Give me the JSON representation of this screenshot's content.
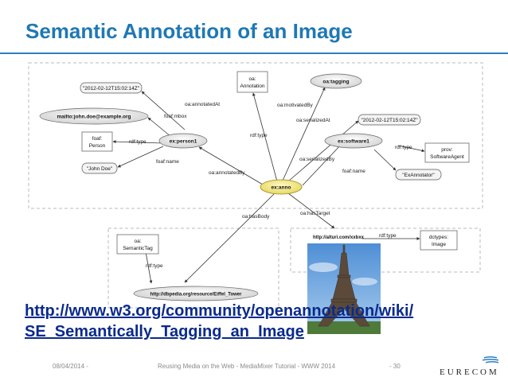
{
  "slide": {
    "title": "Semantic Annotation of an Image",
    "url_line1": "http://www.w3.org/community/openannotation/wiki/",
    "url_line2": "SE_Semantically_Tagging_an_Image"
  },
  "diagram": {
    "nodes": {
      "ts1": "\"2012-02-12T15:02:14Z\"",
      "oa_annotation_1": "oa:",
      "oa_annotation_2": "Annotation",
      "oa_tagging": "oa:tagging",
      "mailto": "mailto:john.doe@example.org",
      "ts2": "\"2012-02-12T15:02:14Z\"",
      "foaf_person_1": "foaf:",
      "foaf_person_2": "Person",
      "ex_person1": "ex:person1",
      "ex_software1": "ex:software1",
      "prov_1": "prov:",
      "prov_2": "SoftwareAgent",
      "john_doe": "\"John Doe\"",
      "ex_annotator": "\"ExAnnotator\"",
      "ex_anno": "ex:anno",
      "oa_semtag_1": "oa:",
      "oa_semtag_2": "SemanticTag",
      "target_url": "http://alturi.com/xxbxx",
      "dctypes_1": "dctypes:",
      "dctypes_2": "Image",
      "dbpedia": "http://dbpedia.org/resource/Eiffel_Tower"
    },
    "edges": {
      "annotated_at_1": "oa:annotatedAt",
      "foaf_mbox": "foaf:mbox",
      "rdf_type_person": "rdf:type",
      "foaf_name_person": "foaf:name",
      "rdf_type_anno": "rdf:type",
      "motivated_by": "oa:motivatedBy",
      "serialized_at": "oa:serializedAt",
      "rdf_type_software": "rdf:type",
      "foaf_name_software": "foaf:name",
      "annotated_by": "oa:annotatedBy",
      "serialized_by": "oa:serializedBy",
      "has_body": "oa:hasBody",
      "has_target": "oa:hasTarget",
      "rdf_type_target": "rdf:type",
      "rdf_type_tag": "rdf:type"
    }
  },
  "footer": {
    "date": "08/04/2014 -",
    "center": "Reusing Media on the Web - MediaMixer Tutorial - WWW 2014",
    "page": "- 30",
    "logo_text": "EURECOM"
  },
  "colors": {
    "title": "#1f78b4",
    "link": "#0a2a8c",
    "ex_anno_fill": "#f0e68c",
    "node_fill": "#ececec"
  }
}
